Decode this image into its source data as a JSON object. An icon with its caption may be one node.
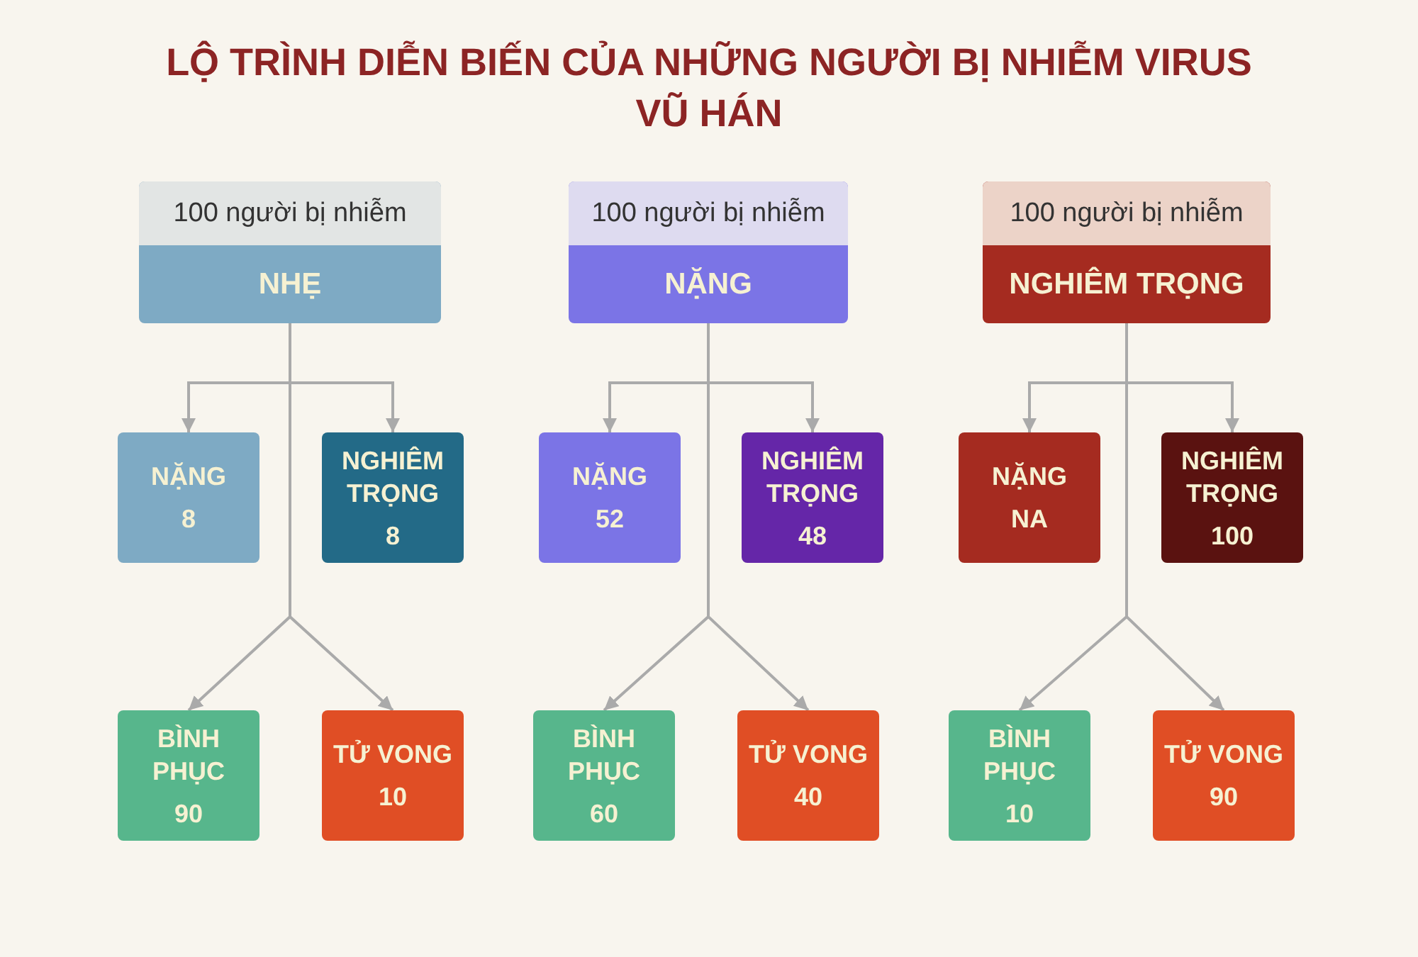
{
  "diagram": {
    "title": "LỘ TRÌNH DIỄN BIẾN CỦA NHỮNG NGƯỜI BỊ NHIỄM VIRUS VŨ HÁN",
    "nodes": [
      {
        "text": [
          "100 người bị nhiễm",
          "NHẸ"
        ]
      },
      {
        "text": [
          "NẶNG",
          "8"
        ]
      },
      {
        "text": [
          "NGHIÊM TRỌNG",
          "8"
        ]
      },
      {
        "text": [
          "BÌNH PHỤC",
          "90"
        ]
      },
      {
        "text": [
          "TỬ VONG",
          "10"
        ]
      },
      {
        "text": [
          "100 người bị nhiễm",
          "NẶNG"
        ]
      },
      {
        "text": [
          "NẶNG",
          "52"
        ]
      },
      {
        "text": [
          "NGHIÊM TRỌNG",
          "48"
        ]
      },
      {
        "text": [
          "BÌNH PHỤC",
          "60"
        ]
      },
      {
        "text": [
          "TỬ VONG",
          "40"
        ]
      },
      {
        "text": [
          "100 người bị nhiễm",
          "NGHIÊM TRỌNG"
        ]
      },
      {
        "text": [
          "NẶNG",
          "NA"
        ]
      },
      {
        "text": [
          "NGHIÊM TRỌNG",
          "100"
        ]
      },
      {
        "text": [
          "BÌNH PHỤC",
          "10"
        ]
      },
      {
        "text": [
          "TỬ VONG",
          "90"
        ]
      }
    ],
    "edges": [
      {
        "from": 0,
        "to": 1,
        "arrow": "to"
      },
      {
        "from": 0,
        "to": 2,
        "arrow": "to"
      },
      {
        "from": 0,
        "to": 3,
        "arrow": "to"
      },
      {
        "from": 0,
        "to": 4,
        "arrow": "to"
      },
      {
        "from": 5,
        "to": 6,
        "arrow": "to"
      },
      {
        "from": 5,
        "to": 7,
        "arrow": "to"
      },
      {
        "from": 5,
        "to": 8,
        "arrow": "to"
      },
      {
        "from": 5,
        "to": 9,
        "arrow": "to"
      },
      {
        "from": 10,
        "to": 11,
        "arrow": "to"
      },
      {
        "from": 10,
        "to": 12,
        "arrow": "to"
      },
      {
        "from": 10,
        "to": 13,
        "arrow": "to"
      },
      {
        "from": 10,
        "to": 14,
        "arrow": "to"
      }
    ]
  }
}
